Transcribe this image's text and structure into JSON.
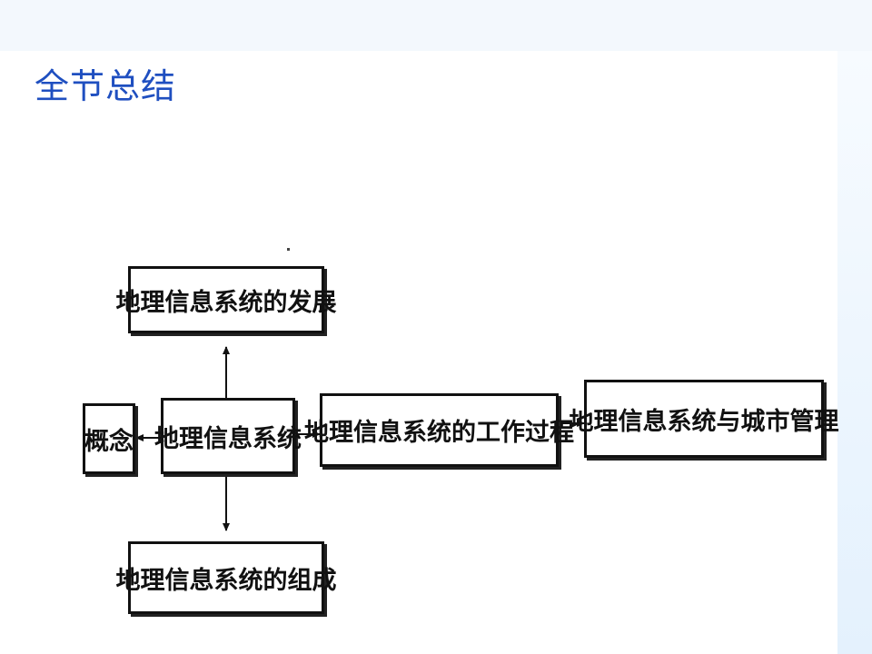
{
  "slide": {
    "title": "全节总结"
  },
  "diagram": {
    "center": "地理信息系统",
    "concept": "概念",
    "development": "地理信息系统的发展",
    "composition": "地理信息系统的组成",
    "work_process": "地理信息系统的工作过程",
    "city_management": "地理信息系统与城市管理"
  },
  "colors": {
    "title": "#1f4fc0",
    "box_border": "#111111",
    "arrow": "#111111"
  }
}
